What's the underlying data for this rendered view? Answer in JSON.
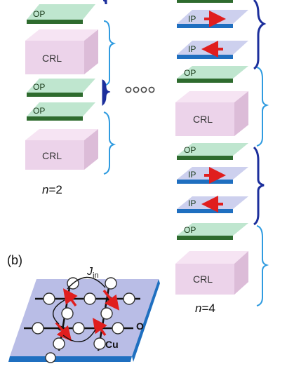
{
  "labels": {
    "op": "OP",
    "ip": "IP",
    "crl": "CRL",
    "n2_var": "n",
    "n2_eq": "=2",
    "n4_var": "n",
    "n4_eq": "=4",
    "panel_b": "(b)",
    "j_main": "J",
    "j_sub": "in",
    "oxygen": "O",
    "copper": "Cu"
  },
  "colors": {
    "op_plate": "#bfe6cf",
    "op_bar": "#2e6b2e",
    "ip_plate": "#cdd0ee",
    "ip_bar": "#1f6fc0",
    "crl_front": "#ecd3ea",
    "crl_top": "#f6e4f3",
    "crl_side": "#dcbcd8",
    "brace_light": "#2f9be0",
    "brace_dark": "#1c2f9c",
    "arrow_red": "#e01e1e",
    "plane": "#b9bde6",
    "plane_edge": "#1f6fc0"
  }
}
